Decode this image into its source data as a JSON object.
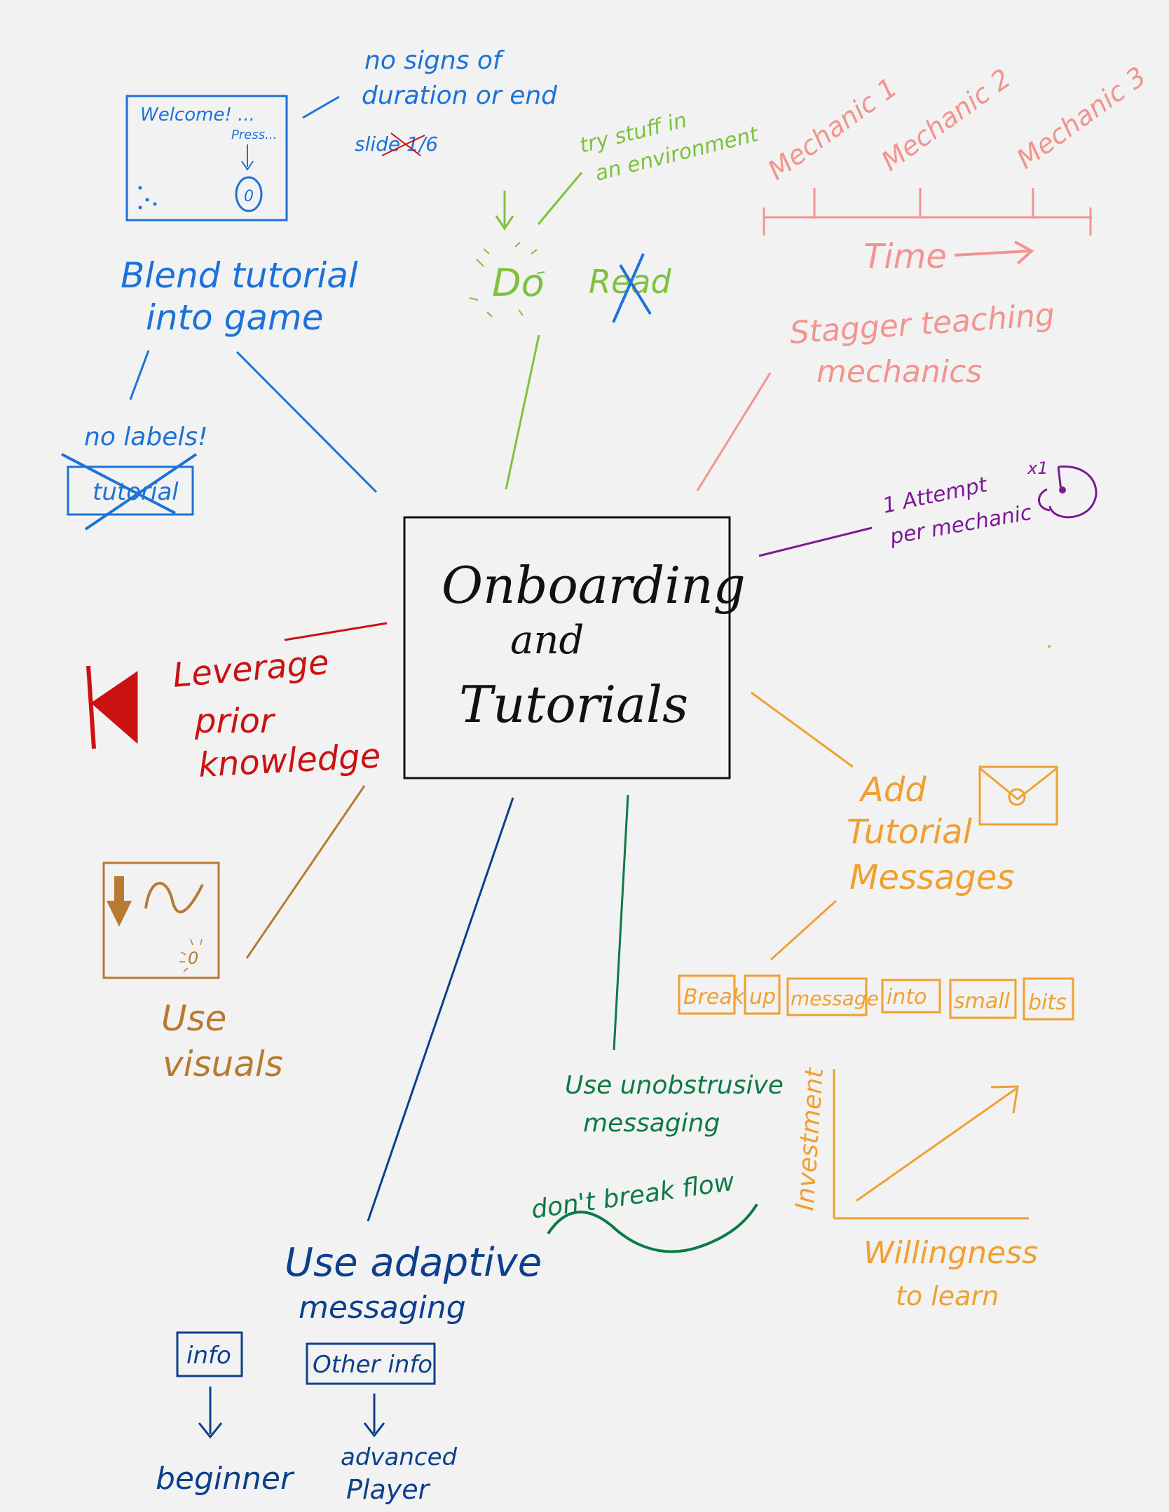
{
  "center": {
    "line1": "Onboarding",
    "line2": "and",
    "line3": "Tutorials"
  },
  "blend": {
    "title_line1": "Blend tutorial",
    "title_line2": "into game",
    "welcome": "Welcome! ...",
    "press": "Press...",
    "button_glyph": "0",
    "note_line1": "no signs of",
    "note_line2": "duration or end",
    "slide_text": "slide 1/6",
    "no_labels": "no labels!",
    "tutorial_box": "tutorial"
  },
  "do_read": {
    "do": "Do",
    "read": "Read",
    "note_line1": "try stuff in",
    "note_line2": "an environment"
  },
  "stagger": {
    "mechanics": [
      "Mechanic 1",
      "Mechanic 2",
      "Mechanic 3"
    ],
    "time": "Time",
    "title_line1": "Stagger teaching",
    "title_line2": "mechanics"
  },
  "attempt": {
    "line1": "1 Attempt",
    "line2": "per mechanic",
    "badge": "x1"
  },
  "leverage": {
    "line1": "Leverage",
    "line2": "prior",
    "line3": "knowledge"
  },
  "visuals": {
    "line1": "Use",
    "line2": "visuals",
    "glyph": "0"
  },
  "messages": {
    "line1": "Add",
    "line2": "Tutorial",
    "line3": "Messages",
    "bits": [
      "Break",
      "up",
      "message",
      "into",
      "small",
      "bits"
    ]
  },
  "unobtrusive": {
    "line1": "Use unobstrusive",
    "line2": "messaging",
    "flow": "don't break flow"
  },
  "graph": {
    "ylabel": "Investment",
    "xlabel_line1": "Willingness",
    "xlabel_line2": "to learn"
  },
  "adaptive": {
    "line1": "Use adaptive",
    "line2": "messaging",
    "box1": "info",
    "box2": "Other info",
    "target1": "beginner",
    "target2_line1": "advanced",
    "target2_line2": "Player"
  },
  "colors": {
    "blue": "#1b72d8",
    "green": "#7cc23c",
    "pink": "#f2948f",
    "purple": "#7b1a93",
    "red": "#cc1111",
    "brown": "#b87a32",
    "orange": "#f0a030",
    "darkgreen": "#0c7a44",
    "navy": "#0d3f8c",
    "ink": "#111111"
  }
}
